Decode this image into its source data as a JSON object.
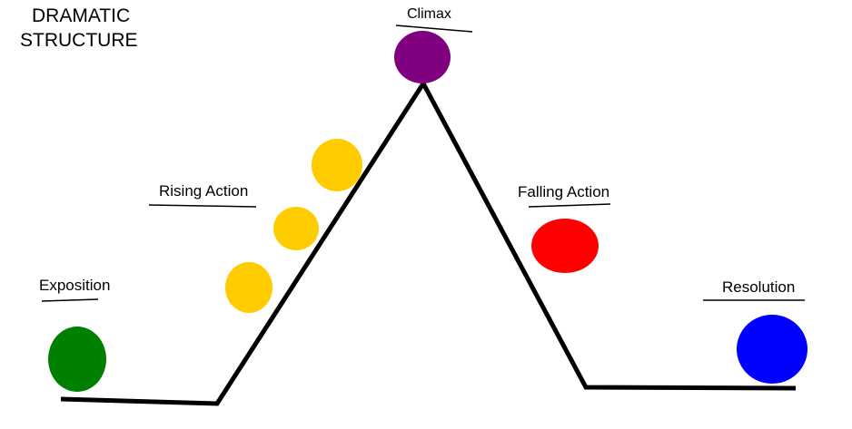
{
  "title": {
    "line1": "DRAMATIC",
    "line2": "STRUCTURE"
  },
  "stages": {
    "climax": {
      "label": "Climax",
      "color": "#800080"
    },
    "rising_action": {
      "label": "Rising Action",
      "color": "#FFCC00"
    },
    "falling_action": {
      "label": "Falling Action",
      "color": "#FF0000"
    },
    "exposition": {
      "label": "Exposition",
      "color": "#008000"
    },
    "resolution": {
      "label": "Resolution",
      "color": "#0000FF"
    }
  },
  "line_color": "#000000"
}
